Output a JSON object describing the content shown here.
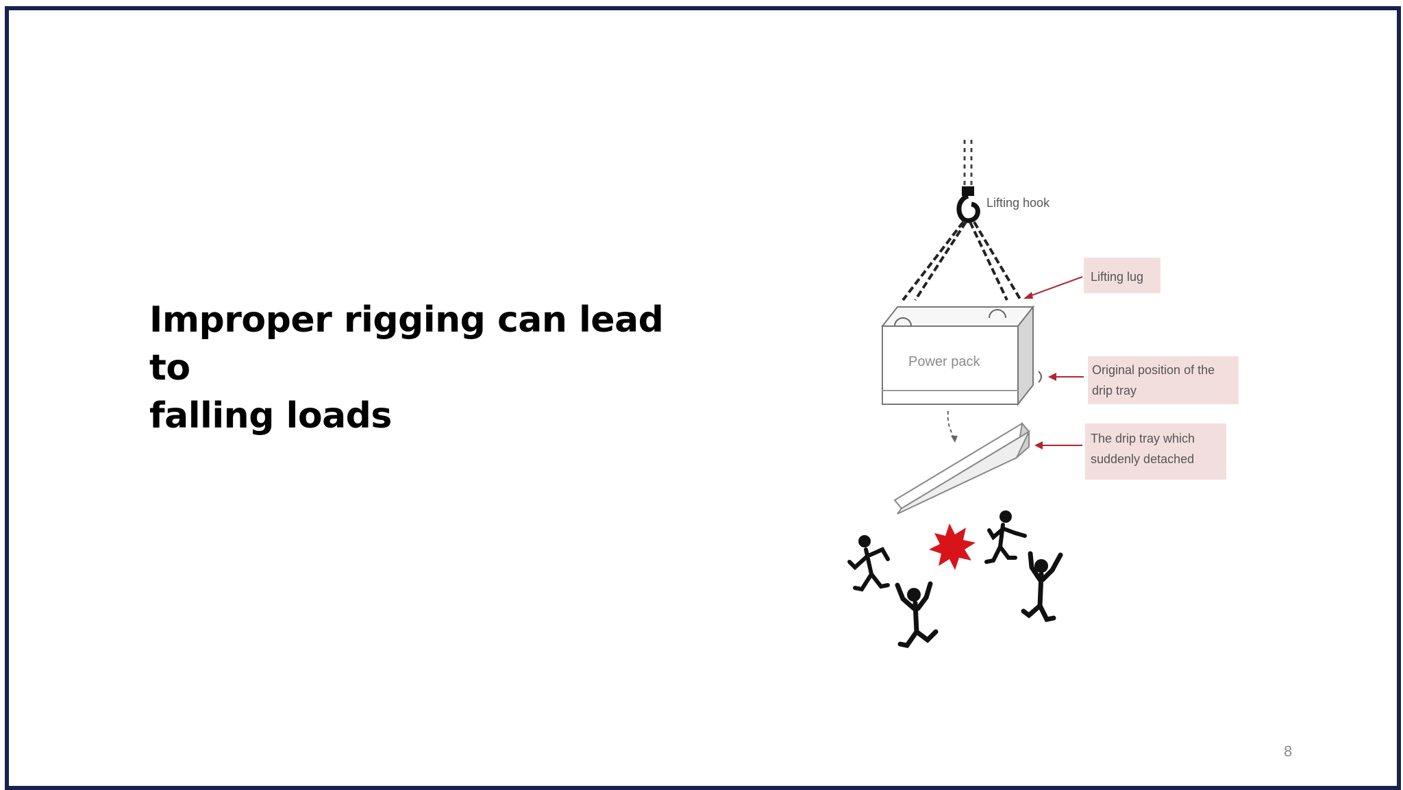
{
  "slide": {
    "title_line1": "Improper rigging can lead to",
    "title_line2": "falling loads",
    "page_number": "8"
  },
  "illustration": {
    "hook_label": "Lifting hook",
    "lug_label": "Lifting lug",
    "box_label": "Power pack",
    "original_position_line1": "Original position of the",
    "original_position_line2": "drip tray",
    "detached_line1": "The drip tray which",
    "detached_line2": "suddenly detached"
  },
  "colors": {
    "frame": "#17224e",
    "callout_bg": "#f3dede",
    "arrow": "#b2252f",
    "impact": "#d8141b"
  }
}
